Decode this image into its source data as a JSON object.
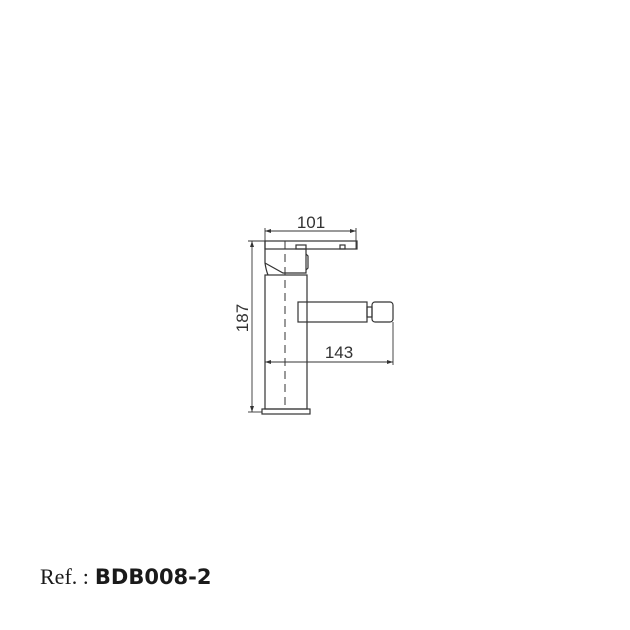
{
  "drawing": {
    "dimensions": {
      "handle_width": "101",
      "total_height": "187",
      "spout_reach": "143"
    },
    "line_color": "#333333"
  },
  "reference": {
    "label": "Ref. :",
    "code": "BDB008-2"
  }
}
